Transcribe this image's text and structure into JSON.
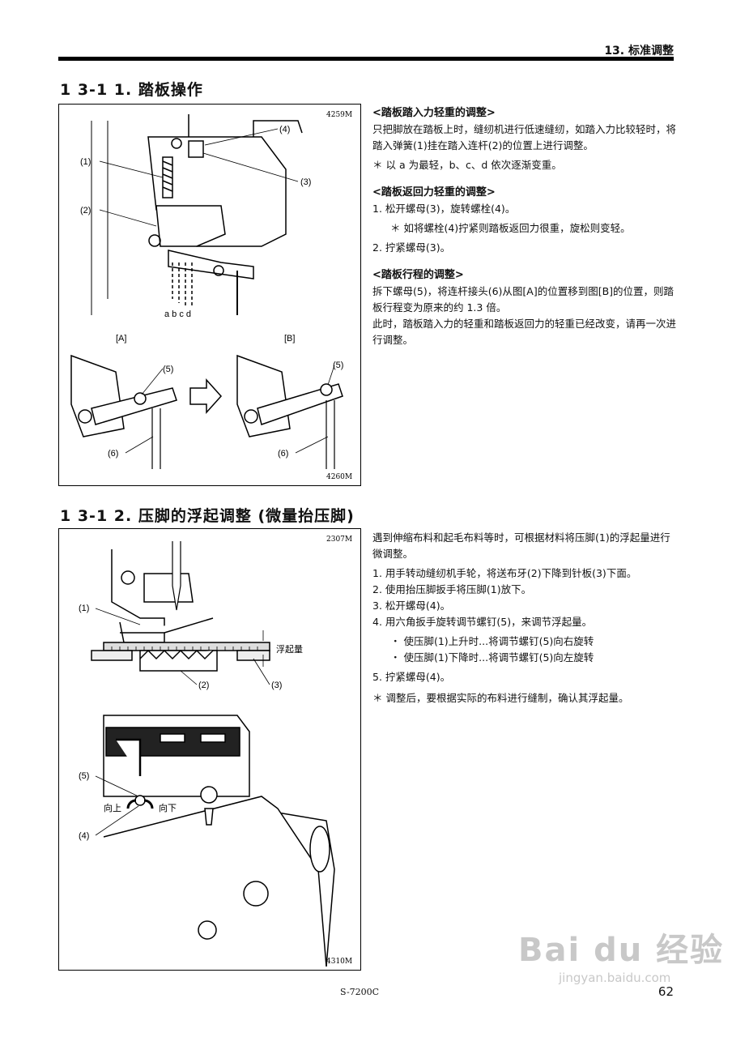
{
  "header": {
    "chapter": "13. 标准调整"
  },
  "sec1": {
    "title": "1 3-1 1. 踏板操作",
    "figure": {
      "code_top": "4259M",
      "code_bottom": "4260M",
      "labels": {
        "l1": "(1)",
        "l2": "(2)",
        "l3": "(3)",
        "l4": "(4)",
        "l5": "(5)",
        "l6": "(6)",
        "abcd": "a b c d",
        "A": "[A]",
        "B": "[B]"
      }
    },
    "blocks": [
      {
        "heading": "<踏板踏入力轻重的调整>",
        "lines": [
          "只把脚放在踏板上时，缝纫机进行低速缝纫，如踏入力比较轻时，将踏入弹簧(1)挂在踏入连杆(2)的位置上进行调整。",
          "＊ 以 a 为最轻，b、c、d 依次逐渐变重。"
        ]
      },
      {
        "heading": "<踏板返回力轻重的调整>",
        "lines": [
          "1. 松开螺母(3)，旋转螺栓(4)。",
          "＊ 如将螺栓(4)拧紧则踏板返回力很重，旋松则变轻。",
          "2. 拧紧螺母(3)。"
        ]
      },
      {
        "heading": "<踏板行程的调整>",
        "lines": [
          "拆下螺母(5)，将连杆接头(6)从图[A]的位置移到图[B]的位置，则踏板行程变为原来的约 1.3 倍。",
          "此时，踏板踏入力的轻重和踏板返回力的轻重已经改变，请再一次进行调整。"
        ]
      }
    ]
  },
  "sec2": {
    "title": "1 3-1 2. 压脚的浮起调整 (微量抬压脚)",
    "figure": {
      "code_top": "2307M",
      "code_bottom": "4310M",
      "labels": {
        "l1": "(1)",
        "l2": "(2)",
        "l3": "(3)",
        "l4": "(4)",
        "l5": "(5)",
        "float": "浮起量",
        "up": "向上",
        "down": "向下"
      }
    },
    "lines": [
      "遇到伸缩布料和起毛布料等时，可根据材料将压脚(1)的浮起量进行微调整。",
      "1. 用手转动缝纫机手轮，将送布牙(2)下降到针板(3)下面。",
      "2. 使用抬压脚扳手将压脚(1)放下。",
      "3. 松开螺母(4)。",
      "4. 用六角扳手旋转调节螺钉(5)，来调节浮起量。",
      "・ 使压脚(1)上升时...将调节螺钉(5)向右旋转",
      "・ 使压脚(1)下降时...将调节螺钉(5)向左旋转",
      "5. 拧紧螺母(4)。",
      "＊ 调整后，要根据实际的布料进行缝制，确认其浮起量。"
    ]
  },
  "footer": {
    "model": "S-7200C",
    "page": "62"
  },
  "watermark": {
    "brand": "Bai du 经验",
    "url": "jingyan.baidu.com"
  }
}
